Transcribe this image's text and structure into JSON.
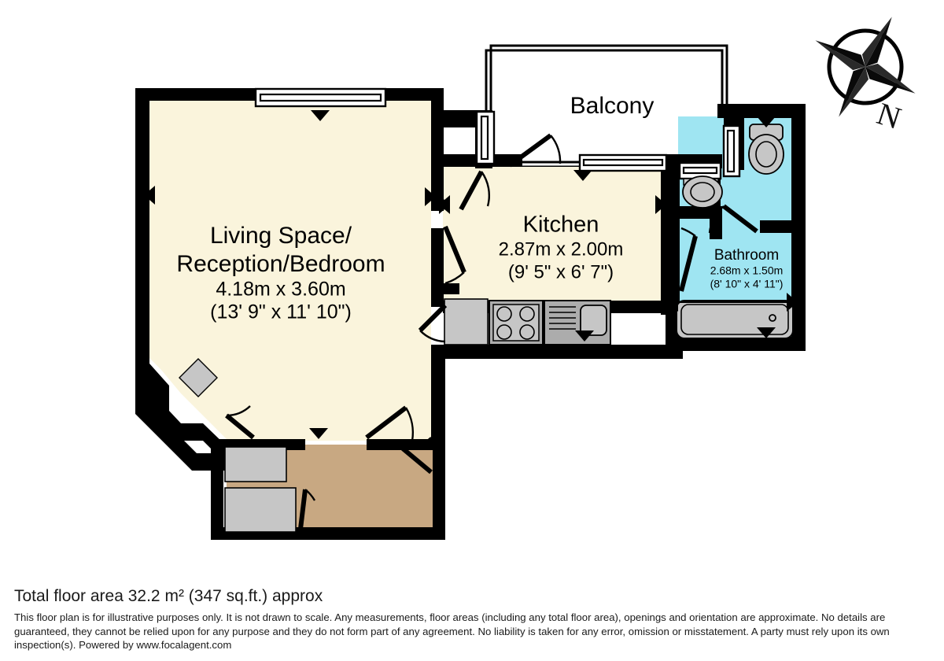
{
  "document": {
    "type": "floor-plan",
    "title": "Flat floor plan"
  },
  "colors": {
    "wall": "#000000",
    "floor_cream": "#FAF4DC",
    "floor_tan": "#C8A882",
    "bathroom_cyan": "#9FE5F2",
    "fixture_gray": "#C6C6C6",
    "fixture_gray_dark": "#ACACAC",
    "background": "#FFFFFF"
  },
  "rooms": [
    {
      "id": "living",
      "name": "Living Space/",
      "name_line2": "Reception/Bedroom",
      "dim_metric": "4.18m x 3.60m",
      "dim_imperial": "(13' 9\" x 11' 10\")",
      "fill": "#FAF4DC"
    },
    {
      "id": "kitchen",
      "name": "Kitchen",
      "dim_metric": "2.87m x 2.00m",
      "dim_imperial": "(9' 5\" x 6' 7\")",
      "fill": "#FAF4DC"
    },
    {
      "id": "bathroom",
      "name": "Bathroom",
      "dim_metric": "2.68m x 1.50m",
      "dim_imperial": "(8' 10\" x 4' 11\")",
      "fill": "#9FE5F2"
    },
    {
      "id": "balcony",
      "name": "Balcony",
      "dim_metric": "",
      "dim_imperial": "",
      "fill": "#FFFFFF"
    }
  ],
  "compass": {
    "label": "N",
    "icon": "compass-rose-icon"
  },
  "fixtures": [
    {
      "name": "toilet",
      "room": "bathroom"
    },
    {
      "name": "wash-basin",
      "room": "bathroom"
    },
    {
      "name": "bathtub",
      "room": "bathroom"
    },
    {
      "name": "hob-four-burner",
      "room": "kitchen"
    },
    {
      "name": "sink-with-drainer",
      "room": "kitchen"
    },
    {
      "name": "kitchen-cabinet",
      "room": "kitchen"
    },
    {
      "name": "cupboard",
      "room": "hallway"
    },
    {
      "name": "cupboard",
      "room": "hallway"
    },
    {
      "name": "radiator",
      "room": "living"
    }
  ],
  "footer": {
    "total_area": "Total floor area 32.2 m² (347 sq.ft.) approx",
    "disclaimer_line1": "This floor plan is for illustrative purposes only. It is not drawn to scale. Any measurements, floor areas (including any total floor area), openings and orientation are approximate. No details are guaranteed,",
    "disclaimer_line2": "they cannot be relied upon for any purpose and they do not form part of any agreement. No liability is taken for any error, omission or misstatement. A party must rely upon its own inspection(s). Powered",
    "disclaimer_line3": "by www.focalagent.com"
  }
}
